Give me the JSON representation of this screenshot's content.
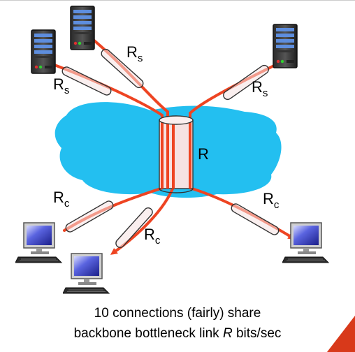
{
  "labels": {
    "server_link_main": "R",
    "server_link_sub": "s",
    "bottleneck": "R",
    "client_link_main": "R",
    "client_link_sub": "c"
  },
  "caption": {
    "line1": "10 connections (fairly) share",
    "line2_prefix": "backbone bottleneck link ",
    "line2_var": "R",
    "line2_suffix": " bits/sec"
  },
  "colors": {
    "cloud": "#23bff0",
    "link": "#ee4422",
    "pipe_fill": "#f6e2e2",
    "accent": "#d8391a"
  },
  "icons": {
    "server": "server-tower-icon",
    "client": "desktop-computer-icon"
  }
}
